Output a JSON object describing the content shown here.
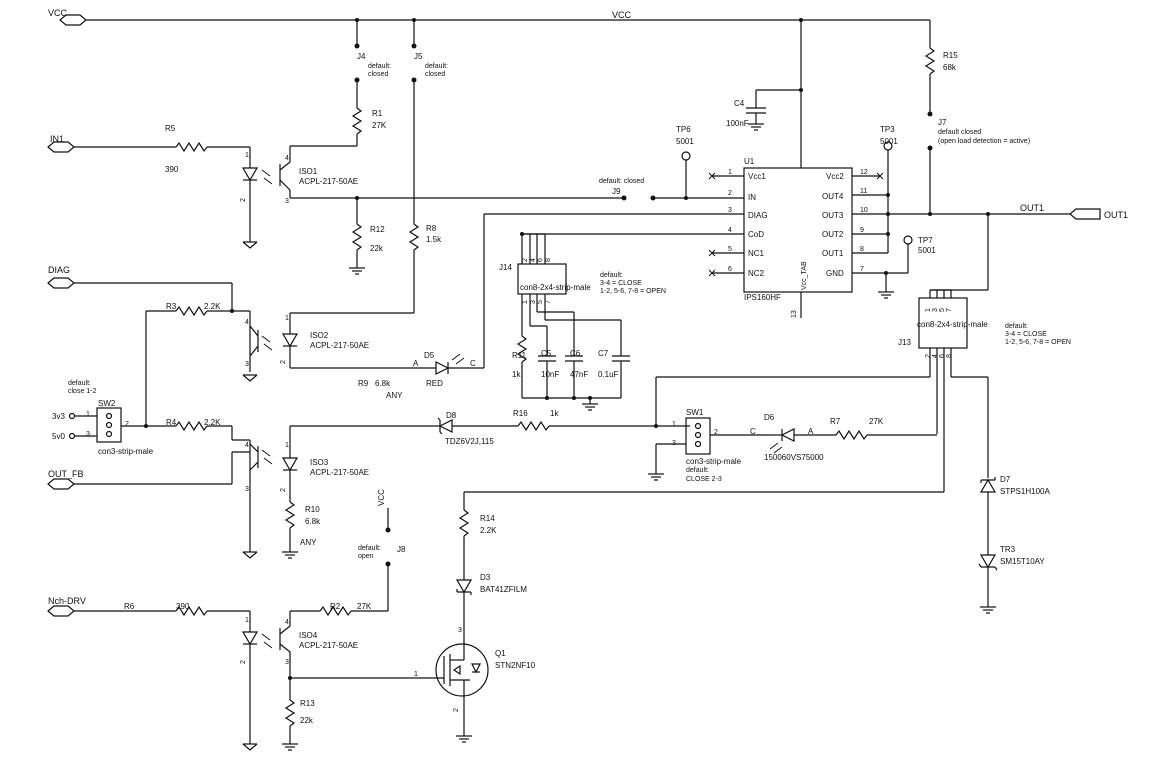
{
  "ports": {
    "vcc": "VCC",
    "in1": "IN1",
    "diag": "DIAG",
    "out_fb": "OUT_FB",
    "nch_drv": "Nch-DRV",
    "out1": "OUT1"
  },
  "net_labels": {
    "vcc_top": "VCC",
    "out1_net": "OUT1",
    "vcc_j8": "VCC"
  },
  "components": {
    "r5": {
      "ref": "R5",
      "value": "390"
    },
    "r1": {
      "ref": "R1",
      "value": "27K"
    },
    "r12": {
      "ref": "R12",
      "value": "22k"
    },
    "r8": {
      "ref": "R8",
      "value": "1.5k"
    },
    "r3": {
      "ref": "R3",
      "value": "2.2K"
    },
    "r9": {
      "ref": "R9",
      "value": "6.8k",
      "note": "ANY"
    },
    "r4": {
      "ref": "R4",
      "value": "2.2K"
    },
    "r10": {
      "ref": "R10",
      "value": "6.8k",
      "note": "ANY"
    },
    "r6": {
      "ref": "R6",
      "value": "390"
    },
    "r2": {
      "ref": "R2",
      "value": "27K"
    },
    "r13": {
      "ref": "R13",
      "value": "22k"
    },
    "r11": {
      "ref": "R11",
      "value": "1k"
    },
    "r16": {
      "ref": "R16",
      "value": "1k"
    },
    "r14": {
      "ref": "R14",
      "value": "2.2K"
    },
    "r7": {
      "ref": "R7",
      "value": "27K"
    },
    "r15": {
      "ref": "R15",
      "value": "68k"
    },
    "c4": {
      "ref": "C4",
      "value": "100nF"
    },
    "c5": {
      "ref": "C5",
      "value": "10nF"
    },
    "c6": {
      "ref": "C6",
      "value": "47nF"
    },
    "c7": {
      "ref": "C7",
      "value": "0.1uF"
    },
    "iso1": {
      "ref": "ISO1",
      "value": "ACPL-217-50AE"
    },
    "iso2": {
      "ref": "ISO2",
      "value": "ACPL-217-50AE"
    },
    "iso3": {
      "ref": "ISO3",
      "value": "ACPL-217-50AE"
    },
    "iso4": {
      "ref": "ISO4",
      "value": "ACPL-217-50AE"
    },
    "d5": {
      "ref": "D5",
      "value": "RED",
      "a": "A",
      "c": "C"
    },
    "d8": {
      "ref": "D8",
      "value": "TDZ6V2J,115"
    },
    "d6": {
      "ref": "D6",
      "value": "150060VS75000",
      "a": "A",
      "c": "C"
    },
    "d3": {
      "ref": "D3",
      "value": "BAT41ZFILM"
    },
    "d7": {
      "ref": "D7",
      "value": "STPS1H100A"
    },
    "tr3": {
      "ref": "TR3",
      "value": "SM15T10AY"
    },
    "q1": {
      "ref": "Q1",
      "value": "STN2NF10"
    },
    "u1": {
      "ref": "U1",
      "value": "IPS160HF",
      "tab": "Vcc_TAB"
    },
    "tp6": {
      "ref": "TP6",
      "value": "5001"
    },
    "tp3": {
      "ref": "TP3",
      "value": "5001"
    },
    "tp7": {
      "ref": "TP7",
      "value": "5001"
    }
  },
  "jumpers": {
    "j4": {
      "ref": "J4",
      "note1": "default:",
      "note2": "closed"
    },
    "j5": {
      "ref": "J5",
      "note1": "default:",
      "note2": "closed"
    },
    "j9": {
      "ref": "J9",
      "note": "default: closed"
    },
    "j7": {
      "ref": "J7",
      "note1": "default closed",
      "note2": "(open load detection = active)"
    },
    "j8": {
      "ref": "J8",
      "note1": "default:",
      "note2": "open"
    },
    "j14": {
      "ref": "J14",
      "part": "con8-2x4-strip-male",
      "note1": "default:",
      "note2": "3-4 = CLOSE",
      "note3": "1-2, 5-6, 7-8 = OPEN"
    },
    "j13": {
      "ref": "J13",
      "part": "con8-2x4-strip-male",
      "note1": "default:",
      "note2": "3-4 = CLOSE",
      "note3": "1-2, 5-6, 7-8 = OPEN"
    },
    "sw2": {
      "ref": "SW2",
      "part": "con3-strip-male",
      "note1": "default:",
      "note2": "close 1-2",
      "p1": "3v3",
      "p2": "5v0"
    },
    "sw1": {
      "ref": "SW1",
      "part": "con3-strip-male",
      "note1": "default:",
      "note2": "CLOSE 2-3"
    }
  },
  "u1_pins": {
    "left": [
      {
        "num": "1",
        "name": "Vcc1"
      },
      {
        "num": "2",
        "name": "IN"
      },
      {
        "num": "3",
        "name": "DIAG"
      },
      {
        "num": "4",
        "name": "CoD"
      },
      {
        "num": "5",
        "name": "NC1"
      },
      {
        "num": "6",
        "name": "NC2"
      }
    ],
    "right": [
      {
        "num": "12",
        "name": "Vcc2"
      },
      {
        "num": "11",
        "name": "OUT4"
      },
      {
        "num": "10",
        "name": "OUT3"
      },
      {
        "num": "9",
        "name": "OUT2"
      },
      {
        "num": "8",
        "name": "OUT1"
      },
      {
        "num": "7",
        "name": "GND"
      }
    ],
    "bottom": "13"
  },
  "pin_numbers": {
    "one": "1",
    "two": "2",
    "three": "3",
    "four": "4",
    "five": "5",
    "six": "6",
    "seven": "7",
    "eight": "8"
  }
}
